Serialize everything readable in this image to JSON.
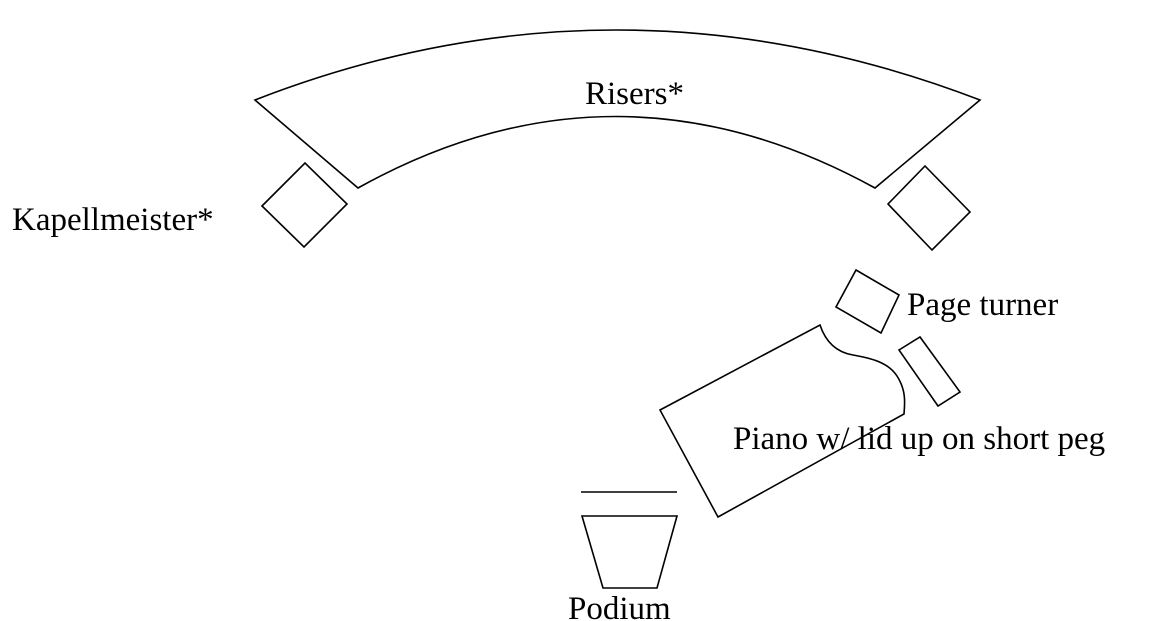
{
  "labels": {
    "risers": "Risers*",
    "kapellmeister": "Kapellmeister*",
    "page_turner": "Page turner",
    "piano": "Piano w/ lid up on short peg",
    "podium": "Podium"
  },
  "colors": {
    "line": "#000000",
    "background": "#ffffff"
  }
}
